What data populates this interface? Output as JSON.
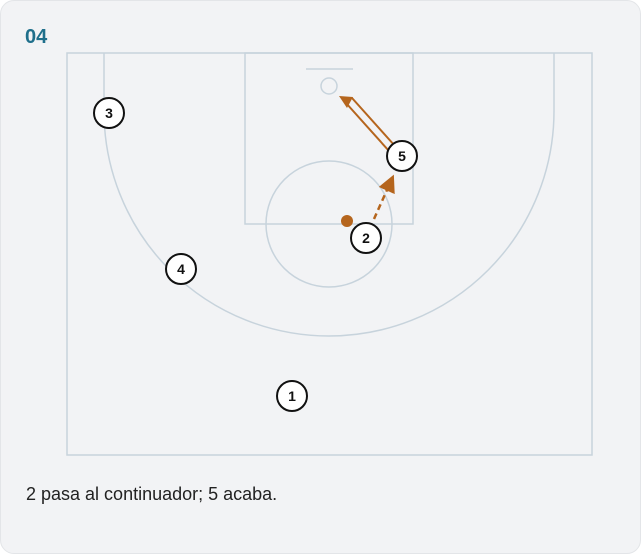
{
  "play": {
    "number": "04",
    "caption": "2 pasa al continuador; 5 acaba."
  },
  "colors": {
    "court_lines": "#c7d3dc",
    "player_stroke": "#111111",
    "action": "#b5651d",
    "title": "#1f6f8b"
  },
  "players": [
    {
      "label": "1"
    },
    {
      "label": "2"
    },
    {
      "label": "3"
    },
    {
      "label": "4"
    },
    {
      "label": "5"
    }
  ],
  "actions": [
    {
      "type": "pass",
      "from": "2",
      "to": "5",
      "style": "dashed-arrow"
    },
    {
      "type": "cut",
      "from": "5",
      "to": "basket",
      "style": "double-line-arrow"
    }
  ],
  "ball": {
    "holder": "2"
  }
}
